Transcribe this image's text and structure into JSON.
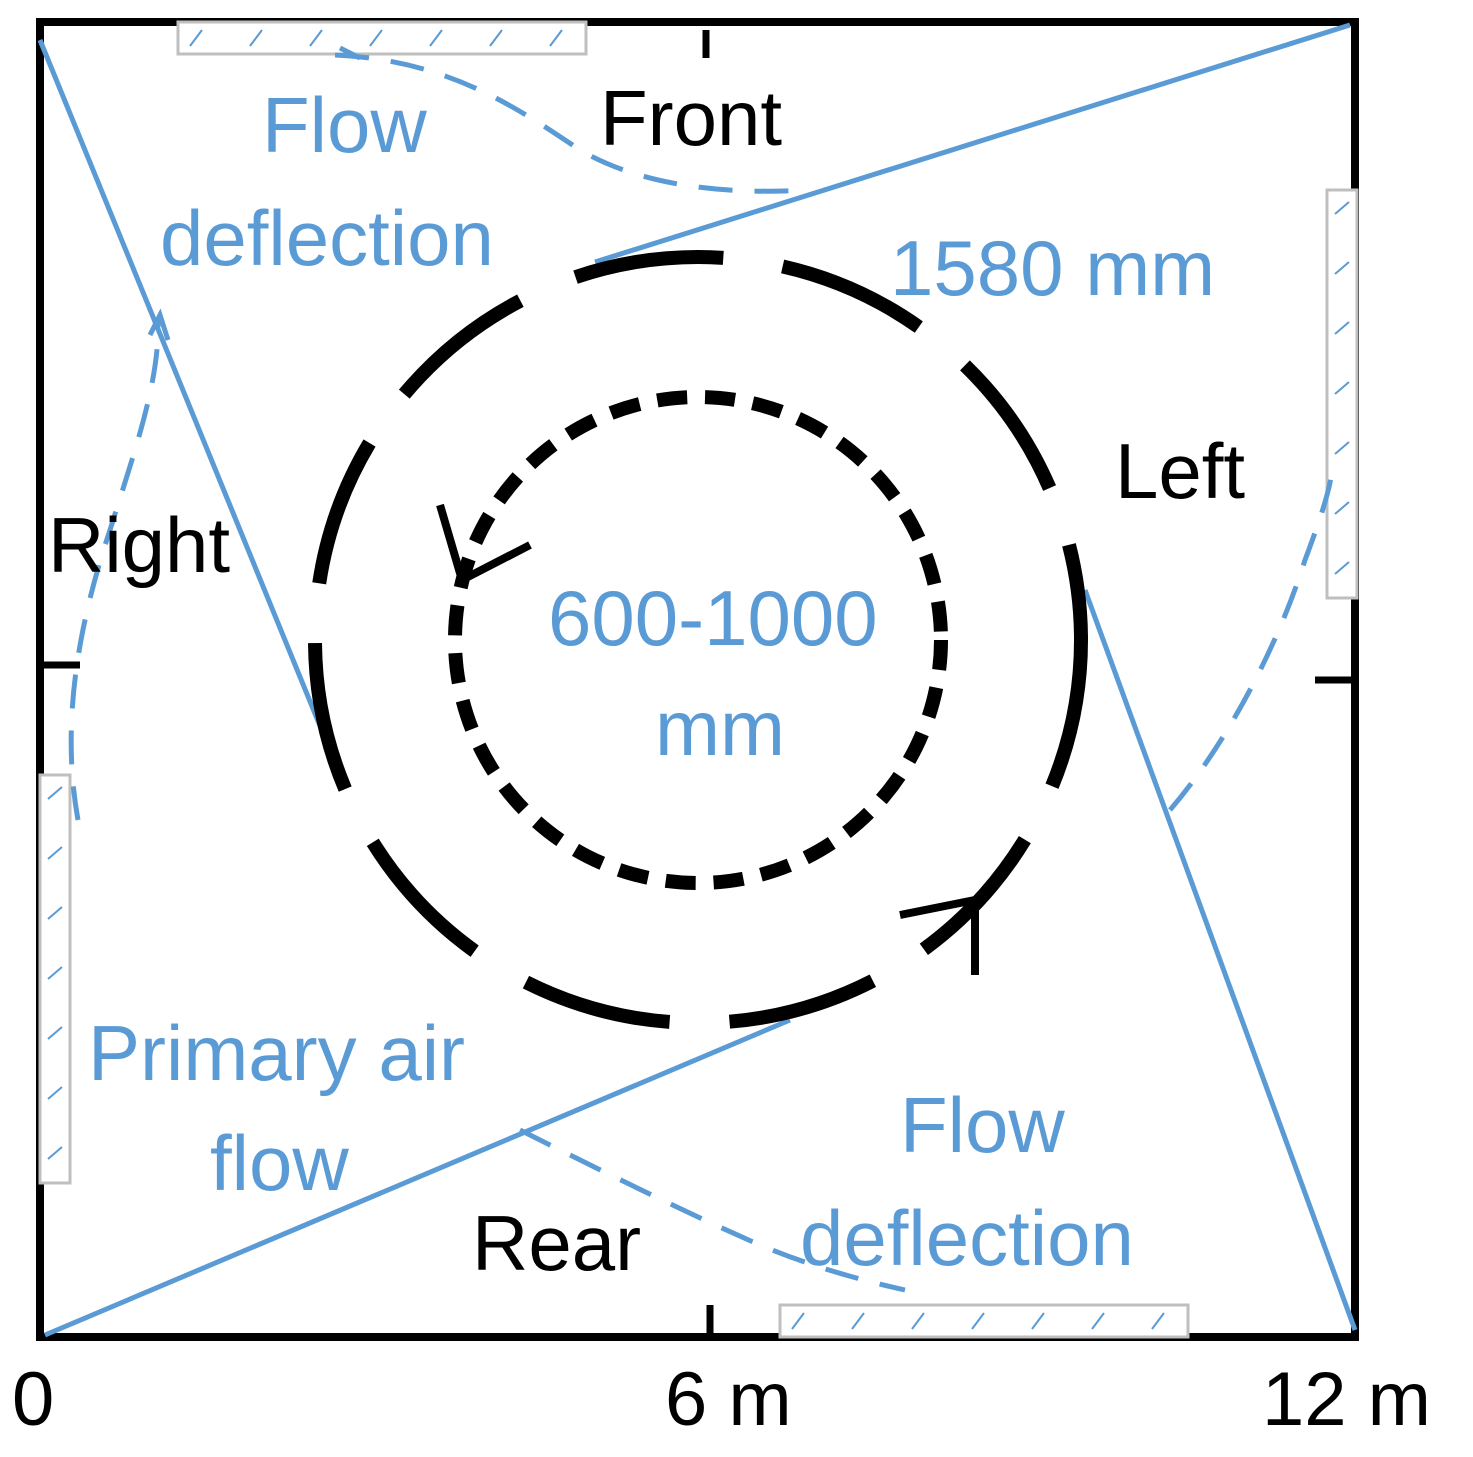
{
  "labels": {
    "front": "Front",
    "rear": "Rear",
    "left": "Left",
    "right": "Right",
    "flow_deflection_top_line1": "Flow",
    "flow_deflection_top_line2": "deflection",
    "flow_deflection_bottom_line1": "Flow",
    "flow_deflection_bottom_line2": "deflection",
    "primary_air_line1": "Primary air",
    "primary_air_line2": "flow",
    "outer_circle_diameter": "1580 mm",
    "inner_circle_line1": "600-1000",
    "inner_circle_line2": "mm"
  },
  "axis": {
    "x0": "0",
    "xmid": "6 m",
    "xmax": "12 m"
  },
  "colors": {
    "blue": "#5b9bd5",
    "black": "#000000",
    "burner_border": "#bfbfbf"
  }
}
